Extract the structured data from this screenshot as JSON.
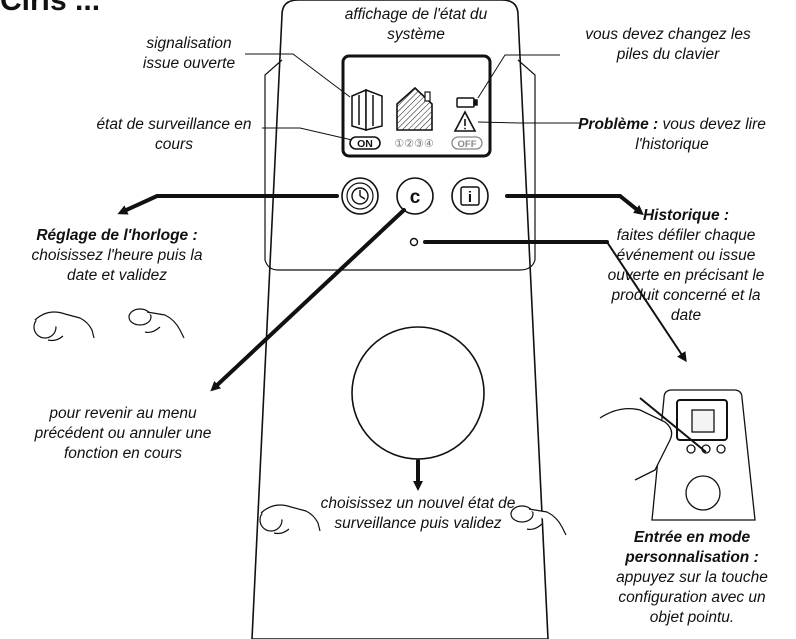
{
  "partial_heading": "Ciris ...",
  "screen": {
    "on_label": "ON",
    "zones_label": "①②③④",
    "off_label": "OFF"
  },
  "buttons": {
    "clear_label": "c",
    "info_label": "i"
  },
  "callouts": {
    "affichage": "affichage de l'état du système",
    "signalisation": "signalisation issue ouverte",
    "piles": "vous devez changez les piles du clavier",
    "surveillance": "état de surveillance en cours",
    "probleme_title": "Problème :",
    "probleme_text": "vous devez lire l'historique",
    "reglage_title": "Réglage de l'horloge :",
    "reglage_text": "choisissez l'heure puis la date et validez",
    "historique_title": "Historique :",
    "historique_text": "faites défiler chaque événement ou issue ouverte en précisant le produit concerné et la date",
    "revenir": "pour revenir au menu précédent ou annuler une fonction en cours",
    "nouvel_etat": "choisissez un nouvel état de surveillance puis validez",
    "entree_title": "Entrée en mode personnalisation :",
    "entree_text": "appuyez sur la touche configuration avec un objet pointu."
  }
}
